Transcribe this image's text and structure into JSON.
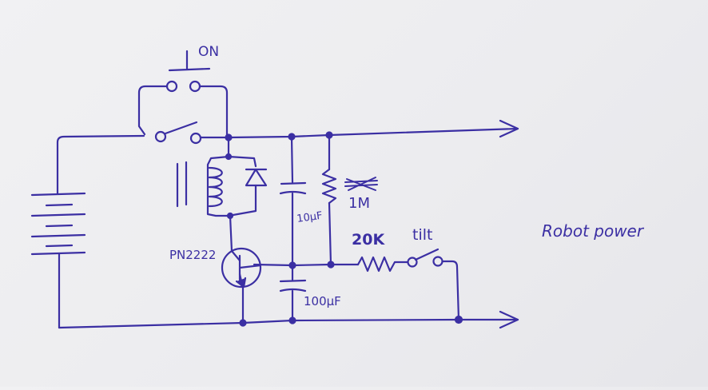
{
  "labels": {
    "switch_on": "ON",
    "transistor": "PN2222",
    "cap_10": "10µF",
    "cap_100": "100µF",
    "res_1m": "1M",
    "res_20k": "20K",
    "tilt": "tilt",
    "robot_power": "Robot power"
  },
  "colors": {
    "ink": "#3b2fa3"
  }
}
